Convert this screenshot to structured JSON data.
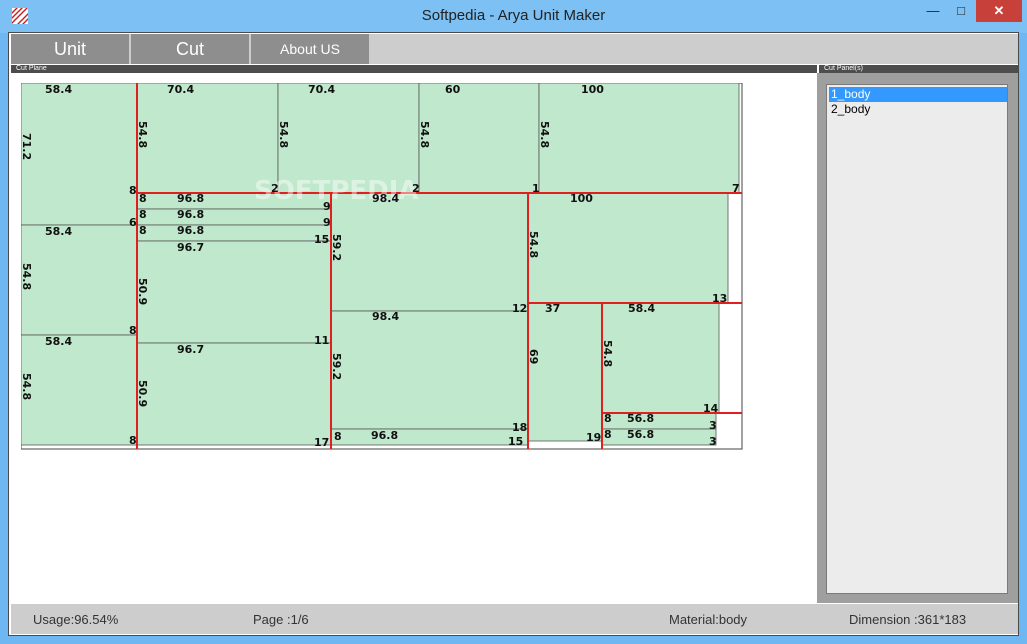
{
  "window": {
    "title": "Softpedia - Arya Unit Maker",
    "minimize_glyph": "—",
    "maximize_glyph": "□",
    "close_glyph": "✕",
    "app_icon": "striped-logo-icon"
  },
  "menu": {
    "items": [
      {
        "label": "Unit"
      },
      {
        "label": "Cut"
      },
      {
        "label": "About US"
      }
    ]
  },
  "panels": {
    "cut_plane_header": "Cut Plane",
    "cut_panels_header": "Cut Panel(s)"
  },
  "cut_panels": {
    "items": [
      {
        "label": "1_body",
        "selected": true
      },
      {
        "label": "2_body",
        "selected": false
      }
    ]
  },
  "status": {
    "usage": "Usage:96.54%",
    "page": "Page :1/6",
    "material": "Material:body",
    "dimension": "Dimension :361*183"
  },
  "cutting_layout": {
    "watermark": "SOFTPEDIA",
    "colors": {
      "piece_fill": "#c0e8cc",
      "cut_line": "#e02020",
      "outline": "#555555"
    },
    "horizontal_labels": [
      "58.4",
      "70.4",
      "70.4",
      "60",
      "100",
      "98.4",
      "100",
      "96.8",
      "96.8",
      "96.8",
      "96.7",
      "58.4",
      "58.4",
      "96.7",
      "98.4",
      "37",
      "58.4",
      "56.8",
      "56.8",
      "96.8"
    ],
    "vertical_labels": [
      "71.2",
      "54.8",
      "54.8",
      "54.8",
      "54.8",
      "54.8",
      "54.8",
      "50.9",
      "50.9",
      "59.2",
      "59.2",
      "54.8",
      "69",
      "54.8"
    ],
    "small_labels": [
      "2",
      "2",
      "1",
      "7",
      "9",
      "9",
      "15",
      "6",
      "12",
      "13",
      "8",
      "11",
      "8",
      "14",
      "3",
      "3",
      "18",
      "15",
      "17",
      "19",
      "8",
      "8",
      "8",
      "8",
      "8",
      "8",
      "8"
    ]
  }
}
